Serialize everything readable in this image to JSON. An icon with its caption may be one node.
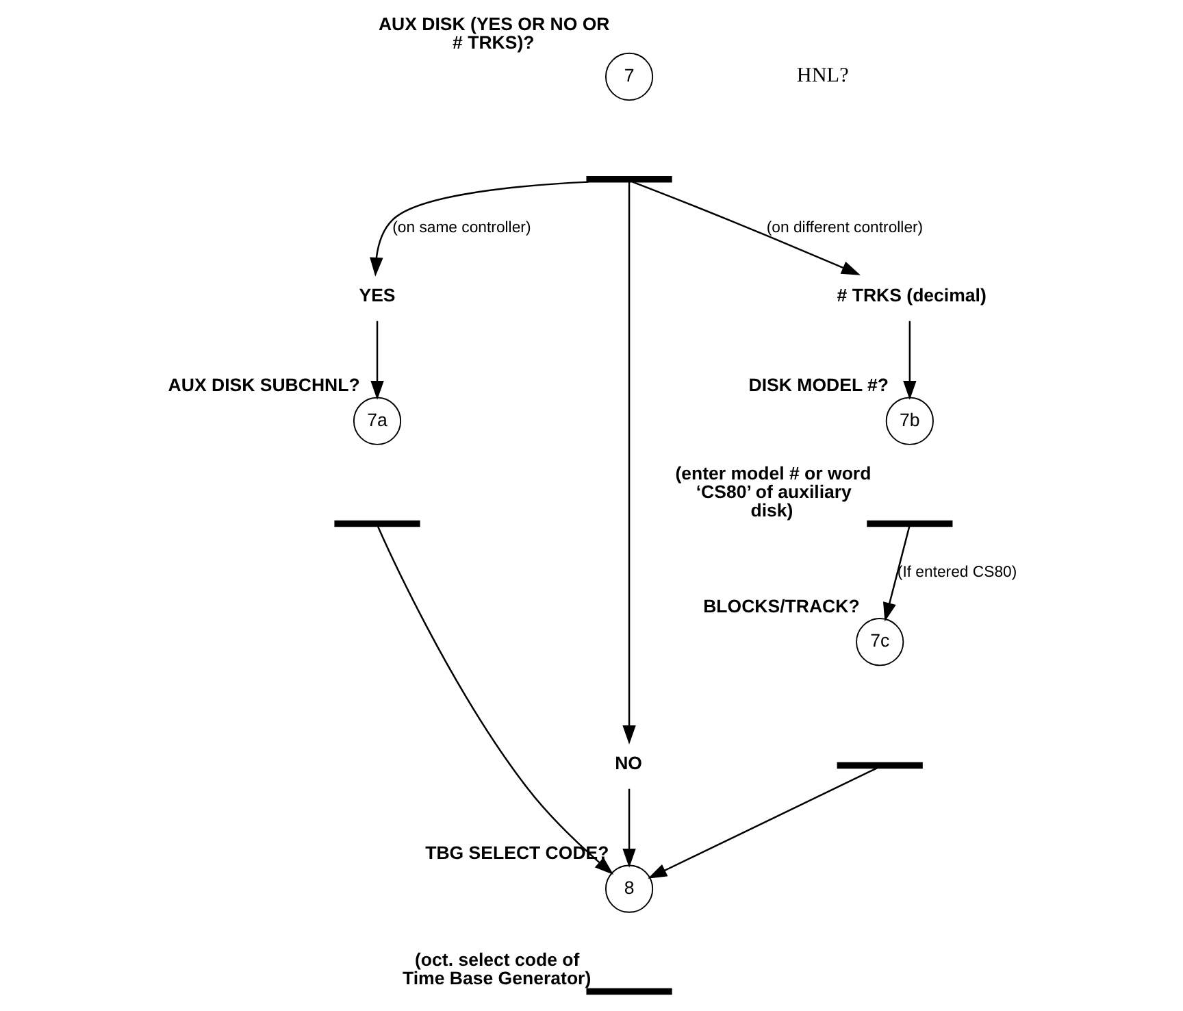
{
  "diagram": {
    "nodes": [
      {
        "text": [
          "7"
        ],
        "beside": [
          "AUX DISK (YES OR NO OR # TRKS)?"
        ]
      },
      {
        "text": [],
        "shape": "bar"
      },
      {
        "text": [
          "YES"
        ]
      },
      {
        "text": [
          "NO"
        ]
      },
      {
        "text": [
          "# TRKS (decimal)"
        ]
      },
      {
        "text": [
          "7a"
        ],
        "beside": [
          "AUX DISK SUBCHNL?"
        ]
      },
      {
        "text": [
          "7b"
        ],
        "beside": [
          "DISK MODEL #?"
        ]
      },
      {
        "text": [],
        "shape": "bar"
      },
      {
        "text": [],
        "shape": "bar",
        "beside": [
          "(enter model # or word ‘CS80’ of auxiliary disk)"
        ]
      },
      {
        "text": [
          "8"
        ],
        "beside": [
          "TBG SELECT CODE?"
        ]
      },
      {
        "text": [
          "7c"
        ],
        "beside": [
          "BLOCKS/TRACK?"
        ]
      },
      {
        "text": [],
        "shape": "bar"
      },
      {
        "text": [],
        "shape": "bar",
        "beside": [
          "(oct. select code of Time Base Generator)"
        ]
      }
    ],
    "edges": [
      {
        "from": 1,
        "to": 2,
        "arrow": "to",
        "label": "(on same controller)"
      },
      {
        "from": 1,
        "to": 3,
        "arrow": "to"
      },
      {
        "from": 1,
        "to": 4,
        "arrow": "to",
        "label": "(on different controller)"
      },
      {
        "from": 2,
        "to": 5,
        "arrow": "to"
      },
      {
        "from": 4,
        "to": 6,
        "arrow": "to"
      },
      {
        "from": 7,
        "to": 9,
        "arrow": "to"
      },
      {
        "from": 3,
        "to": 9,
        "arrow": "to"
      },
      {
        "from": 8,
        "to": 10,
        "arrow": "to",
        "label": "(If entered CS80)"
      },
      {
        "from": 11,
        "to": 9,
        "arrow": "to"
      }
    ],
    "labels": [
      "HNL?"
    ]
  }
}
